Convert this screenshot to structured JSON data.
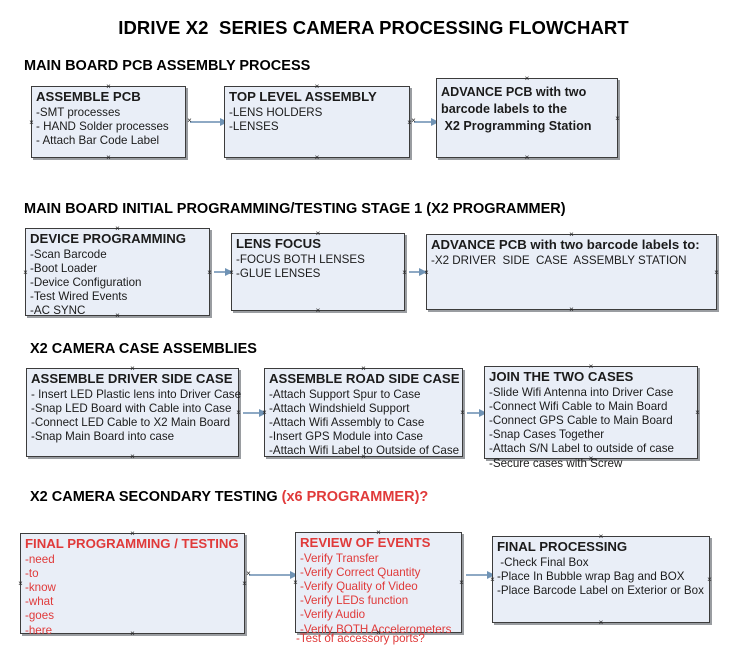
{
  "title": "IDRIVE X2  SERIES CAMERA PROCESSING FLOWCHART",
  "colors": {
    "box_fill": "#e9eef7",
    "box_border": "#3c3c3c",
    "connector": "#8ea9c4",
    "red_text": "#e03a3a",
    "black_text": "#1b1b1b"
  },
  "sections": [
    {
      "id": "s1",
      "label": "MAIN BOARD PCB ASSEMBLY PROCESS"
    },
    {
      "id": "s2",
      "label": "MAIN BOARD INITIAL PROGRAMMING/TESTING STAGE 1 (X2 PROGRAMMER)"
    },
    {
      "id": "s3",
      "label": "X2 CAMERA CASE ASSEMBLIES"
    },
    {
      "id": "s4",
      "label": "X2 CAMERA SECONDARY TESTING ",
      "label_red": "(x6 PROGRAMMER)?"
    }
  ],
  "nodes": [
    {
      "id": "assemble-pcb",
      "header": "ASSEMBLE PCB",
      "lines": [
        "-SMT processes",
        "- HAND Solder processes",
        "- Attach Bar Code Label"
      ]
    },
    {
      "id": "top-level-assembly",
      "header": "TOP LEVEL ASSEMBLY",
      "lines": [
        "-LENS HOLDERS",
        "-LENSES"
      ]
    },
    {
      "id": "advance-pcb-station",
      "header": "",
      "lines": [
        "ADVANCE PCB with two",
        "barcode labels to the",
        " X2 Programming Station"
      ]
    },
    {
      "id": "device-programming",
      "header": "DEVICE PROGRAMMING",
      "lines": [
        "-Scan Barcode",
        "-Boot Loader",
        "-Device Configuration",
        "-Test Wired Events",
        "-AC SYNC"
      ]
    },
    {
      "id": "lens-focus",
      "header": "LENS FOCUS",
      "lines": [
        "-FOCUS BOTH LENSES",
        "-GLUE LENSES"
      ]
    },
    {
      "id": "advance-pcb-driver-side",
      "header": "ADVANCE PCB with two barcode labels to:",
      "lines": [
        "-X2 DRIVER  SIDE  CASE  ASSEMBLY STATION"
      ]
    },
    {
      "id": "assemble-driver-side-case",
      "header": "ASSEMBLE DRIVER SIDE CASE",
      "lines": [
        "- Insert LED Plastic lens into Driver Case",
        "-Snap LED Board with Cable into Case",
        "-Connect LED Cable to X2 Main Board",
        "-Snap Main Board into case"
      ]
    },
    {
      "id": "assemble-road-side-case",
      "header": "ASSEMBLE ROAD SIDE CASE",
      "lines": [
        "-Attach Support Spur to Case",
        "-Attach Windshield Support",
        "-Attach Wifi Assembly to Case",
        "-Insert GPS Module into Case",
        "-Attach Wifi Label to Outside of Case"
      ]
    },
    {
      "id": "join-the-two-cases",
      "header": "JOIN THE TWO CASES",
      "lines": [
        "-Slide Wifi Antenna into Driver Case",
        "-Connect Wifi Cable to Main Board",
        "-Connect GPS Cable to Main Board",
        "-Snap Cases Together",
        "-Attach S/N Label to outside of case",
        "-Secure cases with Screw"
      ]
    },
    {
      "id": "final-programming-testing",
      "header": "FINAL PROGRAMMING / TESTING",
      "lines": [
        "-need",
        "-to",
        "-know",
        "-what",
        "-goes",
        "-here"
      ]
    },
    {
      "id": "review-of-events",
      "header": "REVIEW OF EVENTS",
      "lines": [
        "-Verify Transfer",
        "-Verify Correct Quantity",
        "-Verify Quality of Video",
        "-Verify LEDs function",
        "-Verify Audio",
        "-Verify BOTH Accelerometers"
      ],
      "overflow_line": "-Test of accessory ports?"
    },
    {
      "id": "final-processing",
      "header": "FINAL PROCESSING",
      "lines": [
        " -Check Final Box",
        "-Place In Bubble wrap Bag and BOX",
        "-Place Barcode Label on Exterior or Box"
      ]
    }
  ]
}
